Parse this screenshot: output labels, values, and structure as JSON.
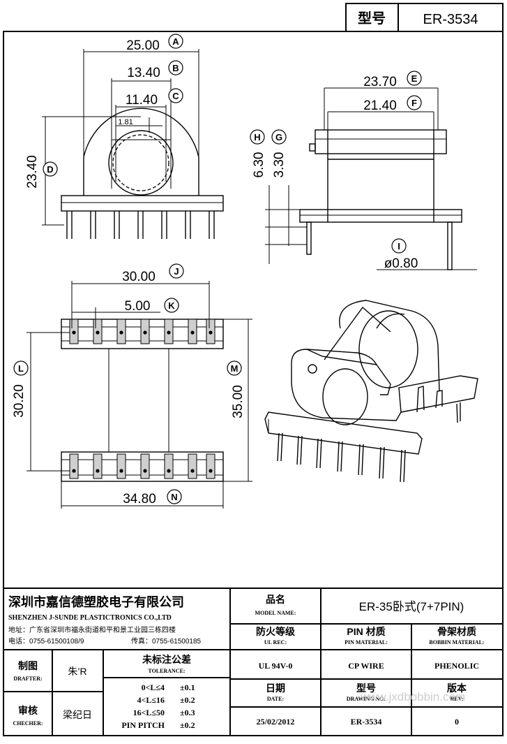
{
  "header": {
    "model_label": "型号",
    "model_value": "ER-3534"
  },
  "dimensions": {
    "A": {
      "value": "25.00",
      "letter": "A"
    },
    "B": {
      "value": "13.40",
      "letter": "B"
    },
    "C": {
      "value": "11.40",
      "letter": "C"
    },
    "small": {
      "value": "1.81"
    },
    "D": {
      "value": "23.40",
      "letter": "D"
    },
    "E": {
      "value": "23.70",
      "letter": "E"
    },
    "F": {
      "value": "21.40",
      "letter": "F"
    },
    "G": {
      "value": "3.30",
      "letter": "G"
    },
    "H": {
      "value": "6.30",
      "letter": "H"
    },
    "I": {
      "value": "ø0.80",
      "letter": "I"
    },
    "J": {
      "value": "30.00",
      "letter": "J"
    },
    "K": {
      "value": "5.00",
      "letter": "K"
    },
    "L": {
      "value": "30.20",
      "letter": "L"
    },
    "M": {
      "value": "35.00",
      "letter": "M"
    },
    "N": {
      "value": "34.80",
      "letter": "N"
    }
  },
  "company": {
    "name_cn": "深圳市嘉信德塑胶电子有限公司",
    "name_en": "SHENZHEN J-SUNDE PLASTICTRONICS CO.,LTD",
    "address": "地址：广东省深圳市福永街道和平和景工业园三栋四楼",
    "phone": "电话：0755-61500108/9",
    "fax": "传真：0755-61500185"
  },
  "title_block": {
    "model_name_cn": "品名",
    "model_name_en": "MODEL NAME:",
    "model_name_value": "ER-35卧式(7+7PIN)",
    "ul_cn": "防火等级",
    "ul_en": "UL REC:",
    "pin_cn": "PIN 材质",
    "pin_en": "PIN MATERIAL:",
    "bobbin_cn": "骨架材质",
    "bobbin_en": "BOBBIN MATERIAL:",
    "ul_value": "UL 94V-0",
    "pin_value": "CP WIRE",
    "bobbin_value": "PHENOLIC",
    "drafter_cn": "制图",
    "drafter_en": "DRAFTER:",
    "drafter_value": "朱’R",
    "checker_cn": "审核",
    "checker_en": "CHECHER:",
    "checker_value": "梁纪日",
    "tolerance_cn": "未标注公差",
    "tolerance_en": "TOLERANCE:",
    "tolerances": [
      {
        "range": "0<L≤4",
        "value": "±0.1"
      },
      {
        "range": "4<L≤16",
        "value": "±0.2"
      },
      {
        "range": "16<L≤50",
        "value": "±0.3"
      },
      {
        "range": "PIN PITCH",
        "value": "±0.2"
      }
    ],
    "date_cn": "日期",
    "date_en": "DATE:",
    "date_value": "25/02/2012",
    "drawing_cn": "型号",
    "drawing_en": "DRAWING NO:",
    "drawing_value": "ER-3534",
    "rev_cn": "版本",
    "rev_en": "REV:",
    "rev_value": "0"
  },
  "watermark": "www.jxdbobbin.com"
}
